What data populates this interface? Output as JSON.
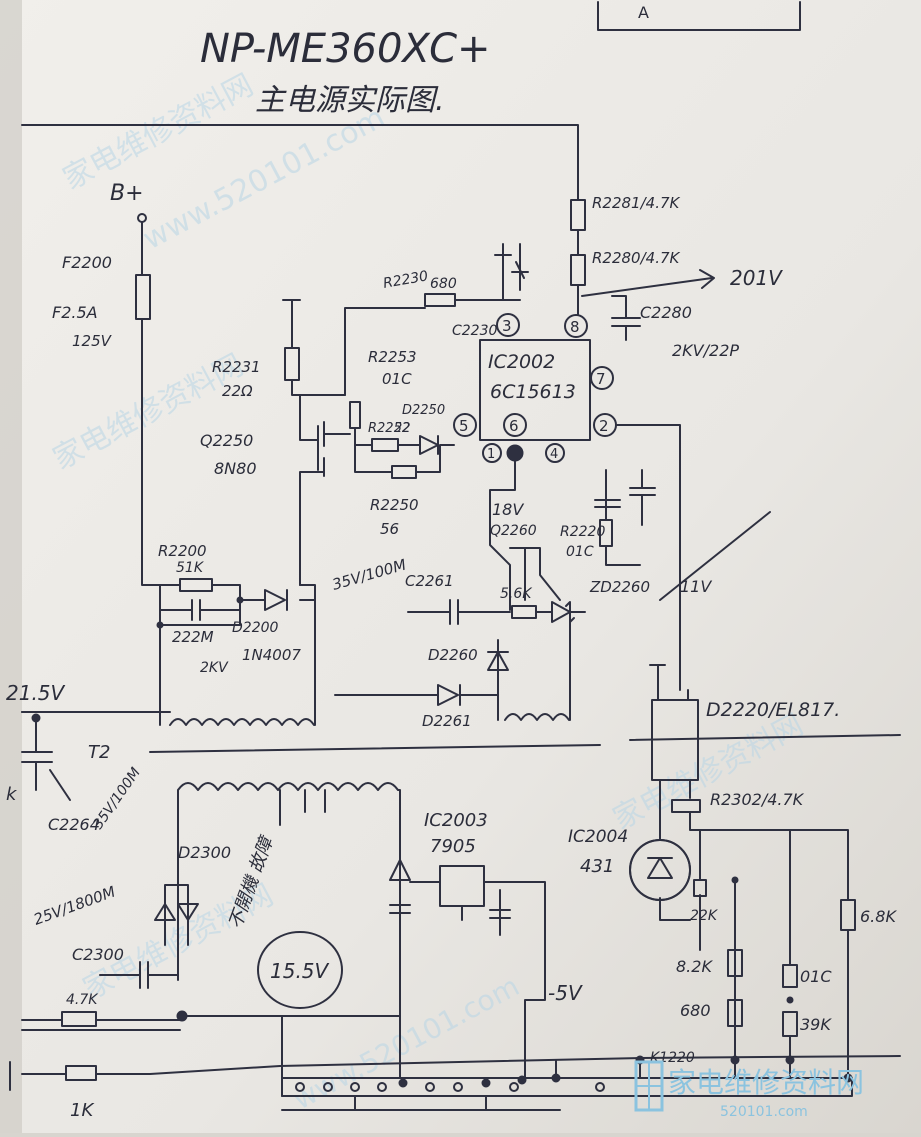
{
  "title": "NP-ME360XC+",
  "subtitle": "主电源实际图.",
  "corner_label": "A",
  "watermark": {
    "brand": "家电维修资料网",
    "url": "www.520101.com",
    "inline": "家电维修资料网",
    "inline_url": "520101.com"
  },
  "labels": {
    "b_plus": "B+",
    "fuse_ref": "F2200",
    "fuse_val": "F2.5A",
    "fuse_volt": "125V",
    "r2231_ref": "R2231",
    "r2231_val": "22Ω",
    "r2253_ref": "R2253",
    "r2253_val": "01C",
    "r2252_ref": "R2252",
    "r2252_val": "22",
    "d2250_ref": "D2250",
    "r2230_ref": "R2230",
    "r2230_val": "680",
    "c2230_ref": "C2230",
    "r2281": "R2281/4.7K",
    "r2280": "R2280/4.7K",
    "v201": "201V",
    "c2280_ref": "C2280",
    "c2280_val": "2KV/22P",
    "ic2002_ref": "IC2002",
    "ic2002_val": "6C15613",
    "pin3": "3",
    "pin8": "8",
    "pin7": "7",
    "pin5": "5",
    "pin6": "6",
    "pin2": "2",
    "pin1": "1",
    "pin4": "4",
    "q2250_ref": "Q2250",
    "q2250_val": "8N80",
    "r2250_ref": "R2250",
    "r2250_val": "56",
    "v18": "18V",
    "q2260_ref": "Q2260",
    "r2220_ref": "R2220",
    "r2220_val": "01C",
    "r2200_ref": "R2200",
    "r2200_val": "51K",
    "c2200_val": "222M",
    "c2200_volt": "2KV",
    "d2200_ref": "D2200",
    "d2200_val": "1N4007",
    "c2261_val": "35V/100M",
    "c2261_ref": "C2261",
    "r_56k": "5.6K",
    "zd2260": "ZD2260",
    "v11": "11V",
    "d2260": "D2260",
    "d2261": "D2261",
    "v215": "21.5V",
    "d2220": "D2220/EL817.",
    "t2": "T2",
    "left_k": "k",
    "c2264": "C2264",
    "c2264_val": "35V/100M",
    "d2300": "D2300",
    "c2300_val": "25V/1800M",
    "c2300": "C2300",
    "ic2003_ref": "IC2003",
    "ic2003_val": "7905",
    "note": "不開機 故障",
    "v155": "15.5V",
    "vm5": "-5V",
    "r2302": "R2302/4.7K",
    "ic2004_ref": "IC2004",
    "ic2004_val": "431",
    "r22k": "22K",
    "r82k": "8.2K",
    "r680": "680",
    "r01c": "01C",
    "r39k": "39K",
    "r68k": "6.8K",
    "r47k": "4.7K",
    "r1k": "1K",
    "b0": "K1220"
  }
}
